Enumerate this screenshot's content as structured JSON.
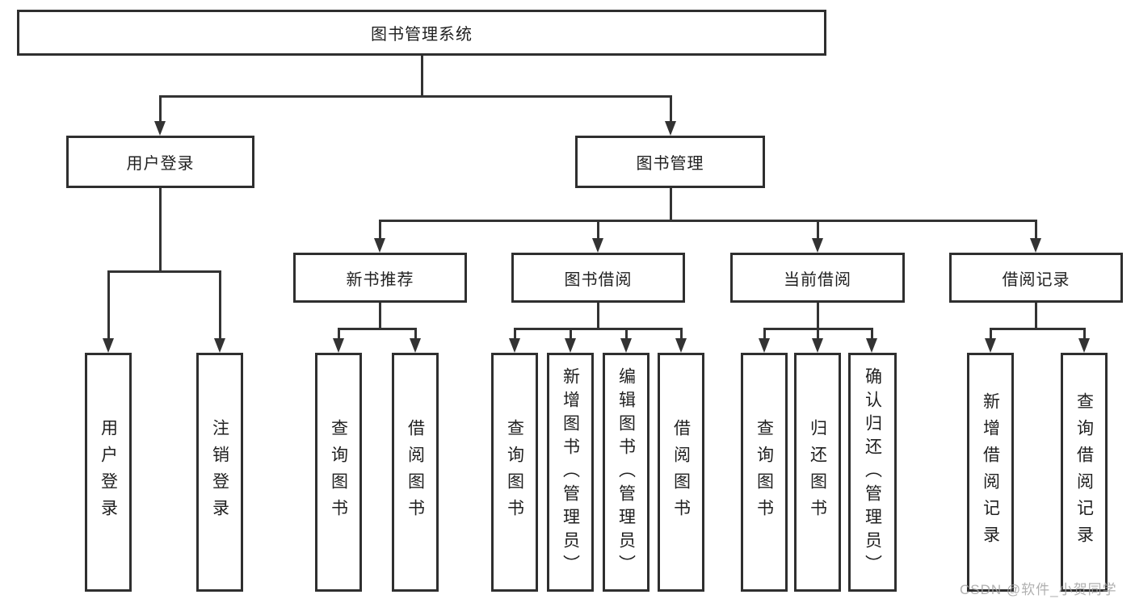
{
  "diagram": {
    "root_label": "图书管理系统",
    "level1": [
      "用户登录",
      "图书管理"
    ],
    "level2": [
      "新书推荐",
      "图书借阅",
      "当前借阅",
      "借阅记录"
    ],
    "leaves": {
      "user_login": [
        "用户登录",
        "注销登录"
      ],
      "new_book": [
        "查询图书",
        "借阅图书"
      ],
      "borrow": [
        "查询图书",
        "新增图书（管理员）",
        "编辑图书（管理员）",
        "借阅图书"
      ],
      "current": [
        "查询图书",
        "归还图书",
        "确认归还（管理员）"
      ],
      "records": [
        "新增借阅记录",
        "查询借阅记录"
      ]
    },
    "line_color": "#333333",
    "border_color": "#2f2f2f"
  },
  "watermark": {
    "text": "CSDN @软件_小贺同学",
    "color": "#a3a3a3"
  }
}
